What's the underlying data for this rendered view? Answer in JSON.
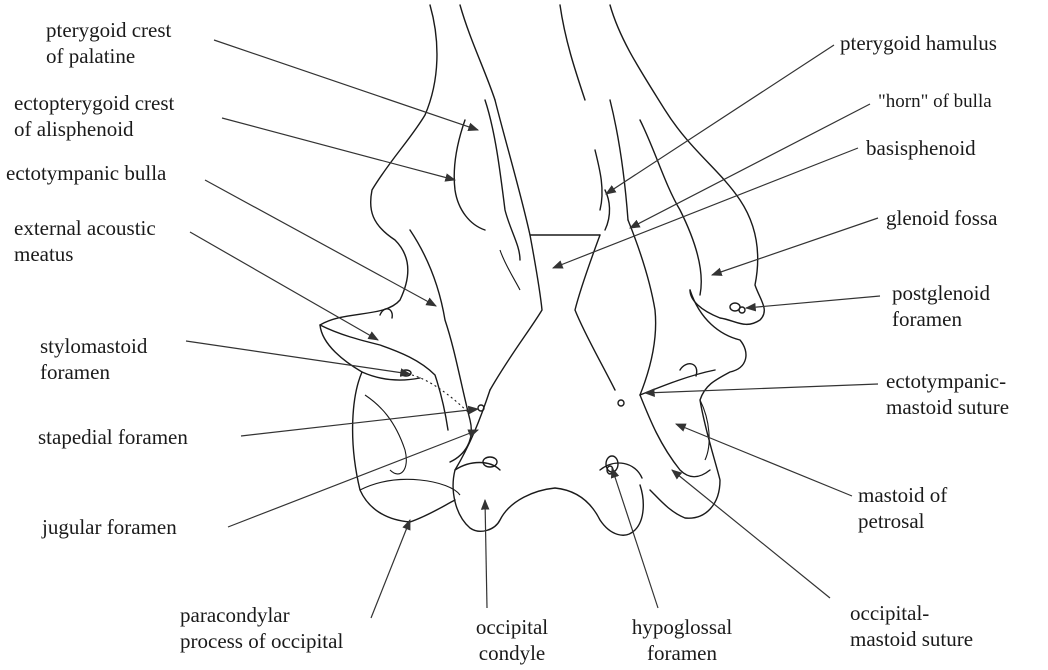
{
  "labels": {
    "pterygoid_crest": [
      "pterygoid crest",
      "of palatine"
    ],
    "ectopterygoid_crest": [
      "ectopterygoid crest",
      "of alisphenoid"
    ],
    "ectotympanic_bulla": [
      "ectotympanic bulla"
    ],
    "external_acoustic_meatus": [
      "external acoustic",
      "meatus"
    ],
    "stylomastoid_foramen": [
      "stylomastoid",
      "foramen"
    ],
    "stapedial_foramen": [
      "stapedial foramen"
    ],
    "jugular_foramen": [
      "jugular foramen"
    ],
    "paracondylar_process": [
      "paracondylar",
      "process of occipital"
    ],
    "occipital_condyle": [
      "occipital",
      "condyle"
    ],
    "hypoglossal_foramen": [
      "hypoglossal",
      "foramen"
    ],
    "occipital_mastoid_suture": [
      "occipital-",
      "mastoid suture"
    ],
    "mastoid_of_petrosal": [
      "mastoid of",
      "petrosal"
    ],
    "ectotympanic_mastoid_suture": [
      "ectotympanic-",
      "mastoid suture"
    ],
    "postglenoid_foramen": [
      "postglenoid",
      "foramen"
    ],
    "glenoid_fossa": [
      "glenoid fossa"
    ],
    "basisphenoid": [
      "basisphenoid"
    ],
    "horn_of_bulla": [
      "\"horn\" of bulla"
    ],
    "pterygoid_hamulus": [
      "pterygoid hamulus"
    ]
  },
  "colors": {
    "ink": "#1a1a1a",
    "background": "#ffffff"
  }
}
